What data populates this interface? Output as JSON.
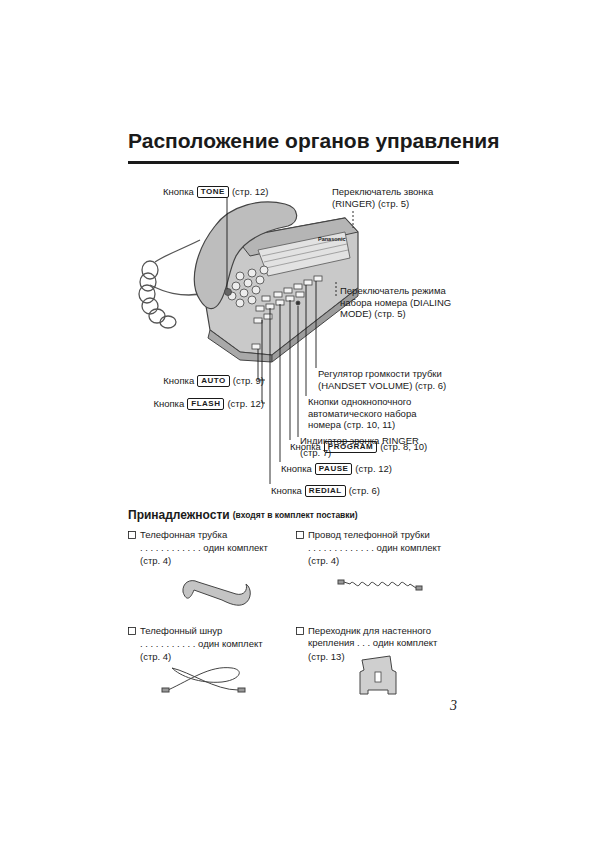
{
  "diagram": {
    "title": "Расположение органов управления",
    "labels": [
      "Кнопка",
      "TONE",
      "(стр. 12)",
      "Переключатель звонка (RINGER) (стр. 5)",
      "Переключатель режима набора номера (DIALING MODE) (стр. 5)",
      "Регулятор громкости трубки (HANDSET VOLUME) (стр. 6)",
      "Кнопки однокнопочного автоматического набора номера (стр. 10, 11)",
      "Индикатор звонка RINGER (стр. 7)",
      "Кнопка",
      "PROGRAM",
      "(стр. 8, 10)",
      "Кнопка",
      "PAUSE",
      "(стр. 12)",
      "Кнопка",
      "REDIAL",
      "(стр. 6)",
      "Кнопка",
      "AUTO",
      "(стр. 9)",
      "Кнопка",
      "FLASH",
      "(стр. 12)",
      "Принадлежности",
      "(входят в комплект поставки)",
      "Телефонная трубка",
      ". . . . . . . . . . . . один комплект",
      "(стр. 4)",
      "Провод телефонной трубки",
      ". . . . . . . . . . . . . один комплект",
      "(стр. 4)",
      "Телефонный шнур",
      ". . . . . . . . . . . один  комплект",
      "(стр. 4)",
      "Переходник для настенного крепления . . . один комплект",
      "(стр. 13)",
      "3",
      "Panasonic"
    ]
  }
}
